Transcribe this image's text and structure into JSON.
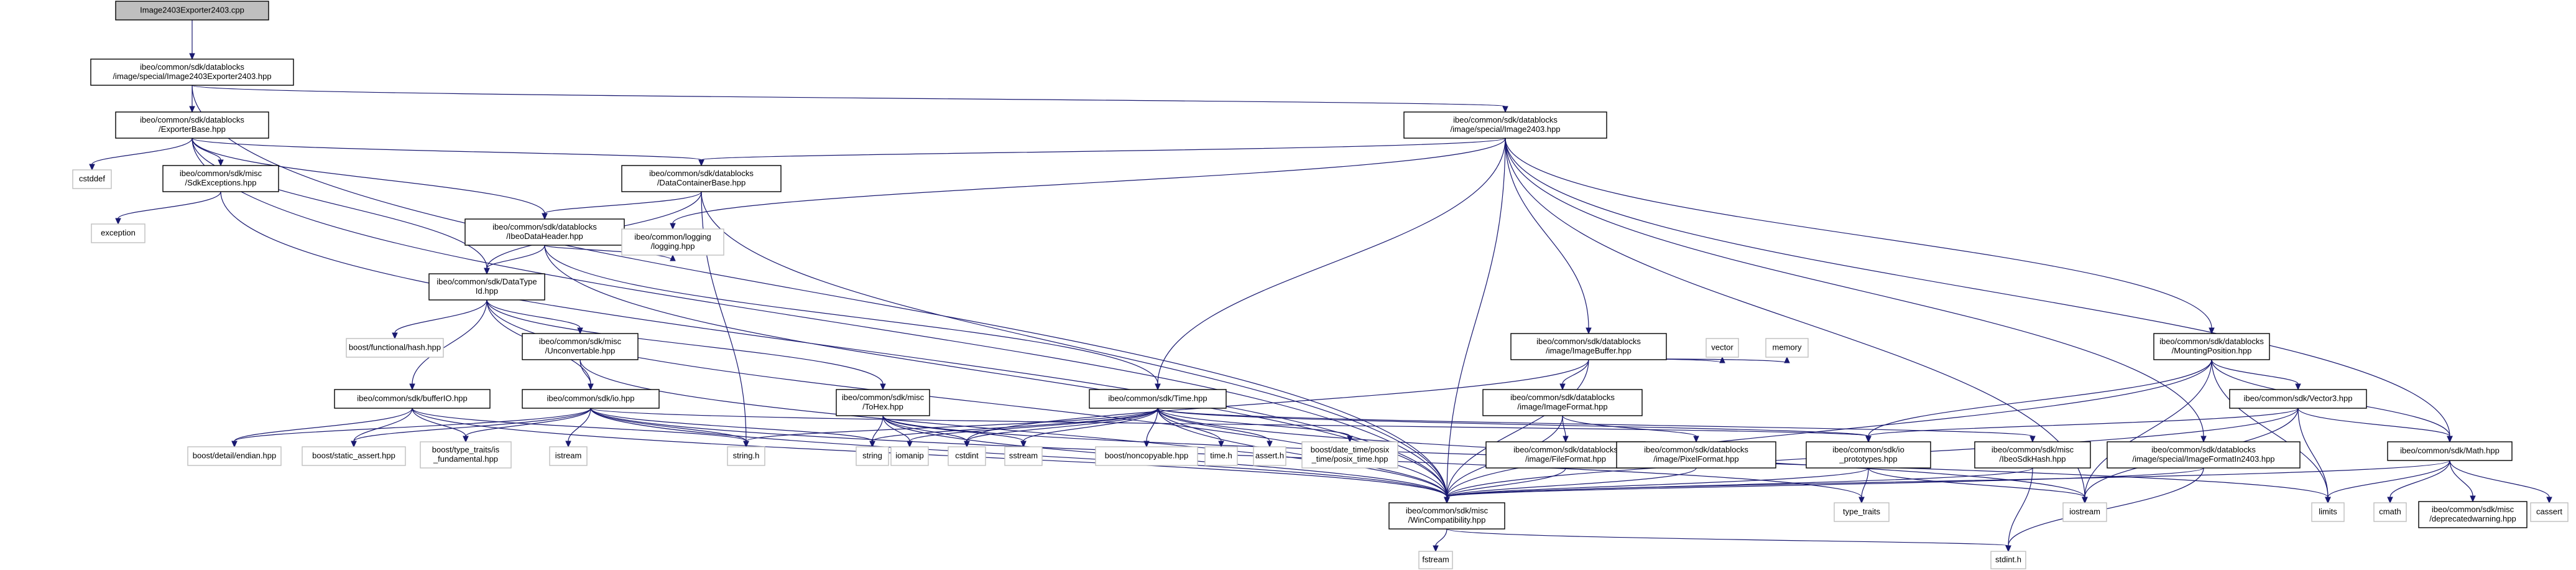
{
  "diagram": {
    "nodes": [
      {
        "id": "root",
        "lines": [
          "Image2403Exporter2403.cpp"
        ],
        "kind": "root"
      },
      {
        "id": "exp2403",
        "lines": [
          "ibeo/common/sdk/datablocks",
          "/image/special/Image2403Exporter2403.hpp"
        ]
      },
      {
        "id": "expbase",
        "lines": [
          "ibeo/common/sdk/datablocks",
          "/ExporterBase.hpp"
        ]
      },
      {
        "id": "img2403",
        "lines": [
          "ibeo/common/sdk/datablocks",
          "/image/special/Image2403.hpp"
        ]
      },
      {
        "id": "cstddef",
        "lines": [
          "cstddef"
        ],
        "kind": "sys"
      },
      {
        "id": "sdkexc",
        "lines": [
          "ibeo/common/sdk/misc",
          "/SdkExceptions.hpp"
        ]
      },
      {
        "id": "dcbase",
        "lines": [
          "ibeo/common/sdk/datablocks",
          "/DataContainerBase.hpp"
        ]
      },
      {
        "id": "exception",
        "lines": [
          "exception"
        ],
        "kind": "sys"
      },
      {
        "id": "ibeohdr",
        "lines": [
          "ibeo/common/sdk/datablocks",
          "/IbeoDataHeader.hpp"
        ]
      },
      {
        "id": "logging",
        "lines": [
          "ibeo/common/logging",
          "/logging.hpp"
        ],
        "kind": "sys"
      },
      {
        "id": "dtid",
        "lines": [
          "ibeo/common/sdk/DataType",
          "Id.hpp"
        ]
      },
      {
        "id": "bfhash",
        "lines": [
          "boost/functional/hash.hpp"
        ],
        "kind": "sys"
      },
      {
        "id": "uncvt",
        "lines": [
          "ibeo/common/sdk/misc",
          "/Unconvertable.hpp"
        ]
      },
      {
        "id": "imgbuf",
        "lines": [
          "ibeo/common/sdk/datablocks",
          "/image/ImageBuffer.hpp"
        ]
      },
      {
        "id": "vector",
        "lines": [
          "vector"
        ],
        "kind": "sys"
      },
      {
        "id": "memory",
        "lines": [
          "memory"
        ],
        "kind": "sys"
      },
      {
        "id": "mountpos",
        "lines": [
          "ibeo/common/sdk/datablocks",
          "/MountingPosition.hpp"
        ]
      },
      {
        "id": "bufio",
        "lines": [
          "ibeo/common/sdk/bufferIO.hpp"
        ]
      },
      {
        "id": "sdkio",
        "lines": [
          "ibeo/common/sdk/io.hpp"
        ]
      },
      {
        "id": "tohex",
        "lines": [
          "ibeo/common/sdk/misc",
          "/ToHex.hpp"
        ]
      },
      {
        "id": "timehpp",
        "lines": [
          "ibeo/common/sdk/Time.hpp"
        ]
      },
      {
        "id": "imgfmt",
        "lines": [
          "ibeo/common/sdk/datablocks",
          "/image/ImageFormat.hpp"
        ]
      },
      {
        "id": "vec3",
        "lines": [
          "ibeo/common/sdk/Vector3.hpp"
        ]
      },
      {
        "id": "endian",
        "lines": [
          "boost/detail/endian.hpp"
        ],
        "kind": "sys"
      },
      {
        "id": "sassert",
        "lines": [
          "boost/static_assert.hpp"
        ],
        "kind": "sys"
      },
      {
        "id": "typetraitsfund",
        "lines": [
          "boost/type_traits/is",
          "_fundamental.hpp"
        ],
        "kind": "sys"
      },
      {
        "id": "istream",
        "lines": [
          "istream"
        ],
        "kind": "sys"
      },
      {
        "id": "stringh",
        "lines": [
          "string.h"
        ],
        "kind": "sys"
      },
      {
        "id": "string",
        "lines": [
          "string"
        ],
        "kind": "sys"
      },
      {
        "id": "iomanip",
        "lines": [
          "iomanip"
        ],
        "kind": "sys"
      },
      {
        "id": "cstdint",
        "lines": [
          "cstdint"
        ],
        "kind": "sys"
      },
      {
        "id": "sstream",
        "lines": [
          "sstream"
        ],
        "kind": "sys"
      },
      {
        "id": "noncopy",
        "lines": [
          "boost/noncopyable.hpp"
        ],
        "kind": "sys"
      },
      {
        "id": "timeh",
        "lines": [
          "time.h"
        ],
        "kind": "sys"
      },
      {
        "id": "asserth",
        "lines": [
          "assert.h"
        ],
        "kind": "sys"
      },
      {
        "id": "posixtime",
        "lines": [
          "boost/date_time/posix",
          "_time/posix_time.hpp"
        ],
        "kind": "sys"
      },
      {
        "id": "filefmt",
        "lines": [
          "ibeo/common/sdk/datablocks",
          "/image/FileFormat.hpp"
        ]
      },
      {
        "id": "pixfmt",
        "lines": [
          "ibeo/common/sdk/datablocks",
          "/image/PixelFormat.hpp"
        ]
      },
      {
        "id": "ioproto",
        "lines": [
          "ibeo/common/sdk/io",
          "_prototypes.hpp"
        ]
      },
      {
        "id": "sdkhash",
        "lines": [
          "ibeo/common/sdk/misc",
          "/IbeoSdkHash.hpp"
        ]
      },
      {
        "id": "imgfmtin",
        "lines": [
          "ibeo/common/sdk/datablocks",
          "/image/special/ImageFormatIn2403.hpp"
        ]
      },
      {
        "id": "mathhpp",
        "lines": [
          "ibeo/common/sdk/Math.hpp"
        ]
      },
      {
        "id": "wincompat",
        "lines": [
          "ibeo/common/sdk/misc",
          "/WinCompatibility.hpp"
        ]
      },
      {
        "id": "typetraits",
        "lines": [
          "type_traits"
        ],
        "kind": "sys"
      },
      {
        "id": "iostream",
        "lines": [
          "iostream"
        ],
        "kind": "sys"
      },
      {
        "id": "limits",
        "lines": [
          "limits"
        ],
        "kind": "sys"
      },
      {
        "id": "cmath",
        "lines": [
          "cmath"
        ],
        "kind": "sys"
      },
      {
        "id": "deprec",
        "lines": [
          "ibeo/common/sdk/misc",
          "/deprecatedwarning.hpp"
        ]
      },
      {
        "id": "cassert",
        "lines": [
          "cassert"
        ],
        "kind": "sys"
      },
      {
        "id": "fstream",
        "lines": [
          "fstream"
        ],
        "kind": "sys"
      },
      {
        "id": "stdinth",
        "lines": [
          "stdint.h"
        ],
        "kind": "sys"
      }
    ],
    "edges": [
      [
        "root",
        "exp2403"
      ],
      [
        "exp2403",
        "expbase"
      ],
      [
        "exp2403",
        "img2403"
      ],
      [
        "exp2403",
        "wincompat"
      ],
      [
        "expbase",
        "cstddef"
      ],
      [
        "expbase",
        "sdkexc"
      ],
      [
        "expbase",
        "dcbase"
      ],
      [
        "expbase",
        "ibeohdr"
      ],
      [
        "expbase",
        "dtid"
      ],
      [
        "expbase",
        "wincompat"
      ],
      [
        "img2403",
        "dcbase"
      ],
      [
        "img2403",
        "logging"
      ],
      [
        "img2403",
        "timehpp"
      ],
      [
        "img2403",
        "imgbuf"
      ],
      [
        "img2403",
        "mountpos"
      ],
      [
        "img2403",
        "mathhpp"
      ],
      [
        "img2403",
        "imgfmtin"
      ],
      [
        "img2403",
        "iostream"
      ],
      [
        "img2403",
        "wincompat"
      ],
      [
        "sdkexc",
        "exception"
      ],
      [
        "sdkexc",
        "wincompat"
      ],
      [
        "dcbase",
        "ibeohdr"
      ],
      [
        "dcbase",
        "dtid"
      ],
      [
        "dcbase",
        "stringh"
      ],
      [
        "dcbase",
        "wincompat"
      ],
      [
        "ibeohdr",
        "dtid"
      ],
      [
        "ibeohdr",
        "logging"
      ],
      [
        "ibeohdr",
        "timehpp"
      ],
      [
        "ibeohdr",
        "wincompat"
      ],
      [
        "dtid",
        "bfhash"
      ],
      [
        "dtid",
        "uncvt"
      ],
      [
        "dtid",
        "bufio"
      ],
      [
        "dtid",
        "sdkio"
      ],
      [
        "dtid",
        "tohex"
      ],
      [
        "dtid",
        "wincompat"
      ],
      [
        "uncvt",
        "sdkio"
      ],
      [
        "uncvt",
        "wincompat"
      ],
      [
        "imgbuf",
        "vector"
      ],
      [
        "imgbuf",
        "memory"
      ],
      [
        "imgbuf",
        "imgfmt"
      ],
      [
        "imgbuf",
        "cstdint"
      ],
      [
        "imgbuf",
        "wincompat"
      ],
      [
        "mountpos",
        "vec3"
      ],
      [
        "mountpos",
        "mathhpp"
      ],
      [
        "mountpos",
        "ioproto"
      ],
      [
        "mountpos",
        "limits"
      ],
      [
        "mountpos",
        "iostream"
      ],
      [
        "mountpos",
        "wincompat"
      ],
      [
        "bufio",
        "endian"
      ],
      [
        "bufio",
        "sassert"
      ],
      [
        "bufio",
        "typetraitsfund"
      ],
      [
        "bufio",
        "stringh"
      ],
      [
        "bufio",
        "wincompat"
      ],
      [
        "sdkio",
        "endian"
      ],
      [
        "sdkio",
        "sassert"
      ],
      [
        "sdkio",
        "typetraitsfund"
      ],
      [
        "sdkio",
        "istream"
      ],
      [
        "sdkio",
        "stringh"
      ],
      [
        "sdkio",
        "string"
      ],
      [
        "sdkio",
        "ioproto"
      ],
      [
        "sdkio",
        "typetraits"
      ],
      [
        "sdkio",
        "wincompat"
      ],
      [
        "tohex",
        "string"
      ],
      [
        "tohex",
        "iomanip"
      ],
      [
        "tohex",
        "sstream"
      ],
      [
        "tohex",
        "cstdint"
      ],
      [
        "tohex",
        "limits"
      ],
      [
        "tohex",
        "wincompat"
      ],
      [
        "timehpp",
        "stringh"
      ],
      [
        "timehpp",
        "string"
      ],
      [
        "timehpp",
        "iomanip"
      ],
      [
        "timehpp",
        "cstdint"
      ],
      [
        "timehpp",
        "sstream"
      ],
      [
        "timehpp",
        "noncopy"
      ],
      [
        "timehpp",
        "timeh"
      ],
      [
        "timehpp",
        "asserth"
      ],
      [
        "timehpp",
        "posixtime"
      ],
      [
        "timehpp",
        "ioproto"
      ],
      [
        "timehpp",
        "sdkhash"
      ],
      [
        "timehpp",
        "iostream"
      ],
      [
        "timehpp",
        "wincompat"
      ],
      [
        "imgfmt",
        "filefmt"
      ],
      [
        "imgfmt",
        "pixfmt"
      ],
      [
        "imgfmt",
        "wincompat"
      ],
      [
        "filefmt",
        "wincompat"
      ],
      [
        "pixfmt",
        "wincompat"
      ],
      [
        "vec3",
        "mathhpp"
      ],
      [
        "vec3",
        "ioproto"
      ],
      [
        "vec3",
        "limits"
      ],
      [
        "vec3",
        "iostream"
      ],
      [
        "vec3",
        "wincompat"
      ],
      [
        "ioproto",
        "typetraits"
      ],
      [
        "ioproto",
        "iostream"
      ],
      [
        "ioproto",
        "wincompat"
      ],
      [
        "sdkhash",
        "stdinth"
      ],
      [
        "sdkhash",
        "wincompat"
      ],
      [
        "imgfmtin",
        "stdinth"
      ],
      [
        "imgfmtin",
        "wincompat"
      ],
      [
        "mathhpp",
        "limits"
      ],
      [
        "mathhpp",
        "cmath"
      ],
      [
        "mathhpp",
        "deprec"
      ],
      [
        "mathhpp",
        "cassert"
      ],
      [
        "mathhpp",
        "wincompat"
      ],
      [
        "wincompat",
        "fstream"
      ],
      [
        "wincompat",
        "stdinth"
      ]
    ]
  }
}
